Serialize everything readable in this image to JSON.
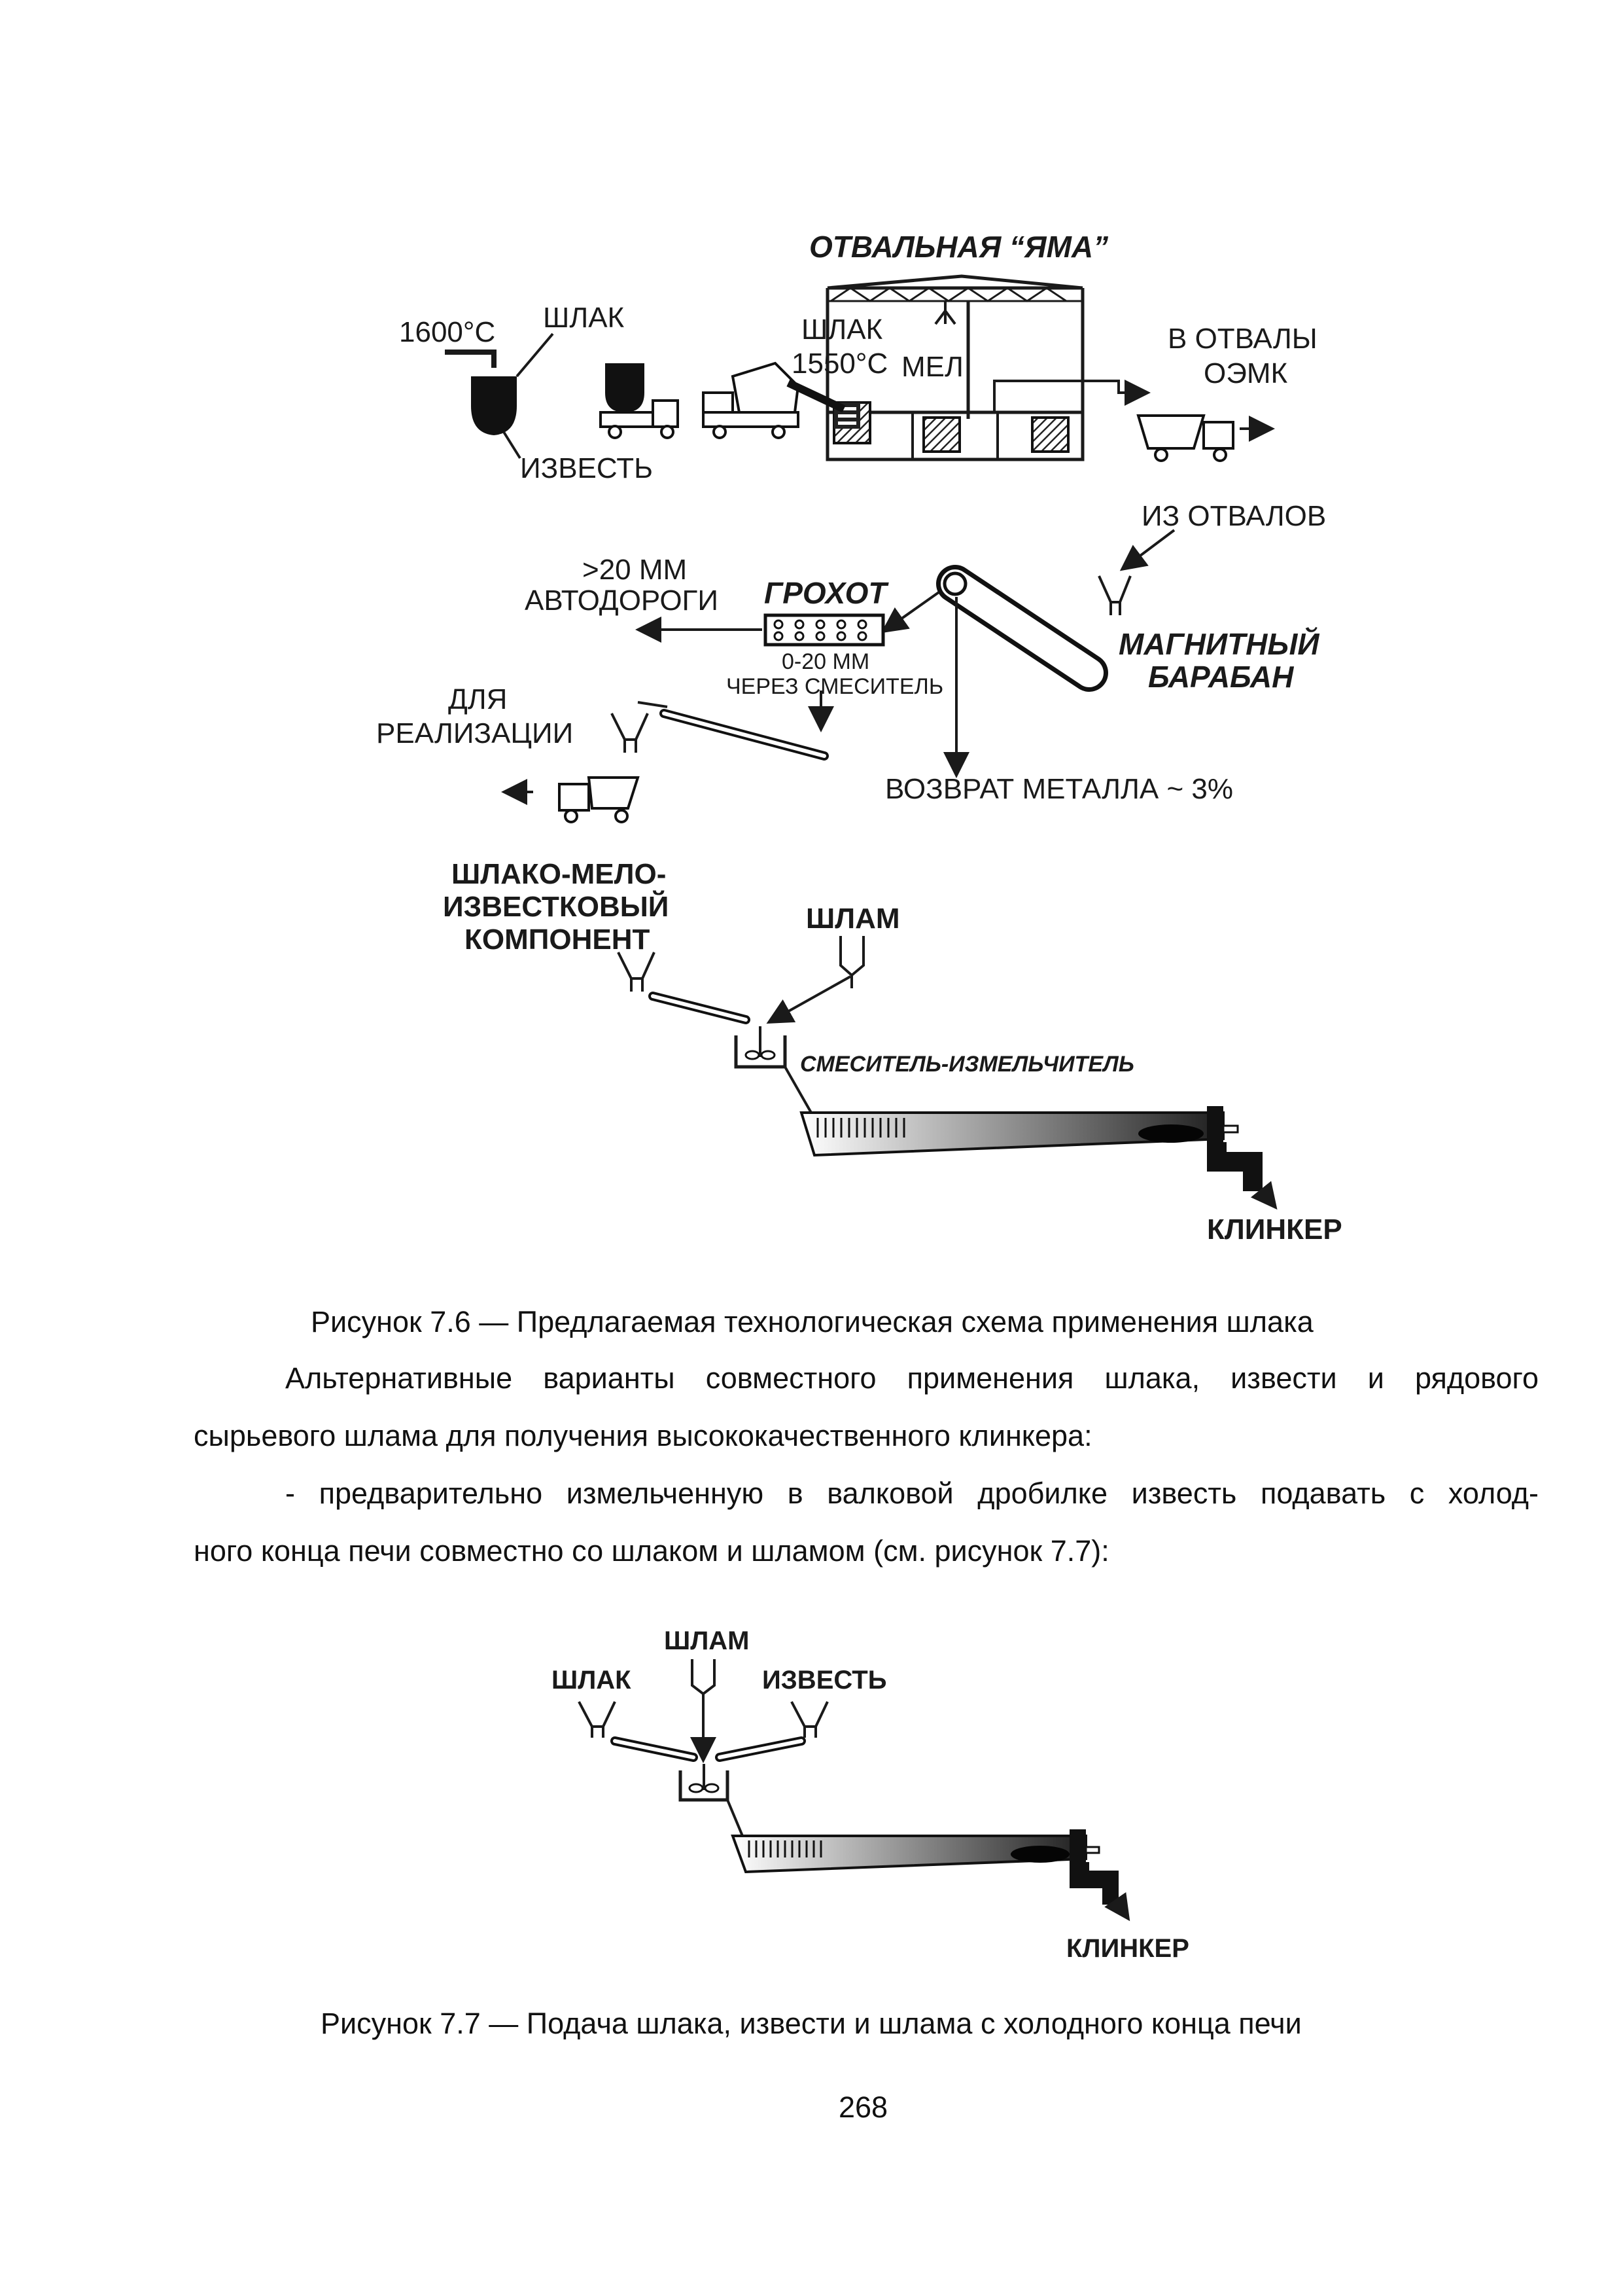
{
  "figure_7_6": {
    "labels": {
      "pit_title": "ОТВАЛЬНАЯ “ЯМА”",
      "temp_1600": "1600°С",
      "slag": "ШЛАК",
      "lime_under": "ИЗВЕСТЬ",
      "slag_pit": "ШЛАК",
      "temp_1550": "1550°С",
      "chalk": "МЕЛ",
      "to_dumps_1": "В ОТВАЛЫ",
      "to_dumps_2": "ОЭМК",
      "from_dumps": "ИЗ ОТВАЛОВ",
      "over_20": ">20 ММ",
      "roads": "АВТОДОРОГИ",
      "screen": "ГРОХОТ",
      "fraction": "0-20 ММ",
      "via_mixer": "ЧЕРЕЗ СМЕСИТЕЛЬ",
      "magnetic_1": "МАГНИТНЫЙ",
      "magnetic_2": "БАРАБАН",
      "for_sale_1": "ДЛЯ",
      "for_sale_2": "РЕАЛИЗАЦИИ",
      "metal_return": "ВОЗВРАТ МЕТАЛЛА ~ 3%",
      "component_1": "ШЛАКО-МЕЛО-",
      "component_2": "ИЗВЕСТКОВЫЙ",
      "component_3": "КОМПОНЕНТ",
      "sludge": "ШЛАМ",
      "mixer": "СМЕСИТЕЛЬ-ИЗМЕЛЬЧИТЕЛЬ",
      "clinker": "КЛИНКЕР"
    },
    "caption": "Рисунок 7.6 — Предлагаемая технологическая схема применения шлака"
  },
  "body": {
    "line1": "Альтернативные варианты совместного применения шлака, извести и рядового",
    "line2": "сырьевого шлама для получения высококачественного клинкера:",
    "line3": "- предварительно измельченную в валковой дробилке известь подавать с холод-",
    "line4": "ного конца печи совместно со шлаком и шламом (см. рисунок 7.7):"
  },
  "figure_7_7": {
    "labels": {
      "sludge": "ШЛАМ",
      "slag": "ШЛАК",
      "lime": "ИЗВЕСТЬ",
      "clinker": "КЛИНКЕР"
    },
    "caption": "Рисунок 7.7 — Подача шлака, извести и шлама с холодного конца печи"
  },
  "page_number": "268"
}
